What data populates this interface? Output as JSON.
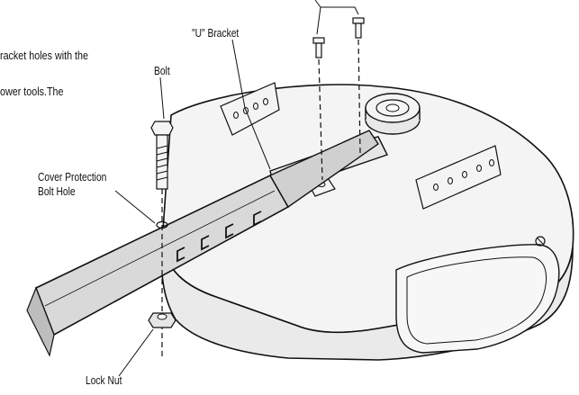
{
  "text_lines": [
    "racket    holes    with    the",
    "ower    tools.The"
  ],
  "labels": {
    "u_bracket": "\"U\" Bracket",
    "bolt": "Bolt",
    "cover_protection_1": "Cover Protection",
    "cover_protection_2": "Bolt Hole",
    "lock_nut": "Lock Nut"
  },
  "colors": {
    "line": "#111111",
    "rail_fill": "#d9d9d9",
    "housing_fill": "#f4f4f4",
    "shade": "#e4e4e4"
  }
}
